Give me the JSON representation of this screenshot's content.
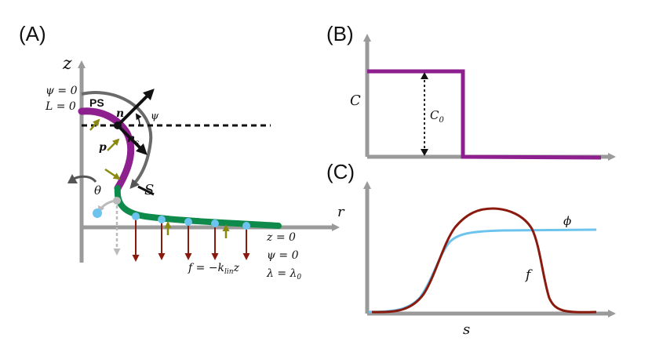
{
  "panels": {
    "a": {
      "label": "(A)",
      "axis_z": "z",
      "psi_top": "ψ = 0",
      "L_top": "L = 0",
      "ps": "PS",
      "n": "n",
      "psi": "ψ",
      "n_s": "n",
      "n_s_sub": "s",
      "p": "p",
      "S": "S",
      "theta": "θ",
      "z_bottom": "z = 0",
      "psi_bottom": "ψ = 0",
      "lambda_bottom": "λ = λ",
      "lambda_sub": "0",
      "force_f": "f = −k",
      "force_sub": "lin",
      "force_z": "z"
    },
    "b": {
      "label": "(B)",
      "axis_C": "C",
      "C0": "C",
      "C0_sub": "0"
    },
    "c": {
      "label": "(C)",
      "axis_r": "r",
      "axis_s": "s",
      "phi": "ϕ",
      "f": "f"
    }
  },
  "colors": {
    "axis": "#9a9a9a",
    "purple": "#8e1f8e",
    "green": "#0e8a4a",
    "blue": "#6cc4ee",
    "darkred": "#8b1a0e",
    "olive": "#8a8a10",
    "black": "#111111"
  }
}
